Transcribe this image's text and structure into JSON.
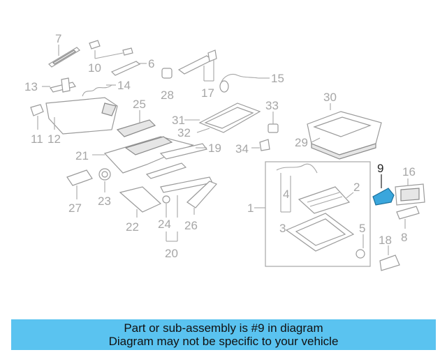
{
  "diagram": {
    "callouts": [
      "1",
      "2",
      "3",
      "4",
      "5",
      "6",
      "7",
      "8",
      "9",
      "10",
      "11",
      "12",
      "13",
      "14",
      "15",
      "16",
      "17",
      "18",
      "19",
      "20",
      "21",
      "22",
      "23",
      "24",
      "25",
      "26",
      "27",
      "28",
      "29",
      "30",
      "31",
      "32",
      "33",
      "34"
    ],
    "highlighted_callout": "9",
    "highlight_color": "#3aa6dc",
    "part_color": "#9a9a9a"
  },
  "banner": {
    "line1": "Part or sub-assembly is #9 in diagram",
    "line2": "Diagram may not be specific to your vehicle",
    "background": "#5ac3f0"
  }
}
